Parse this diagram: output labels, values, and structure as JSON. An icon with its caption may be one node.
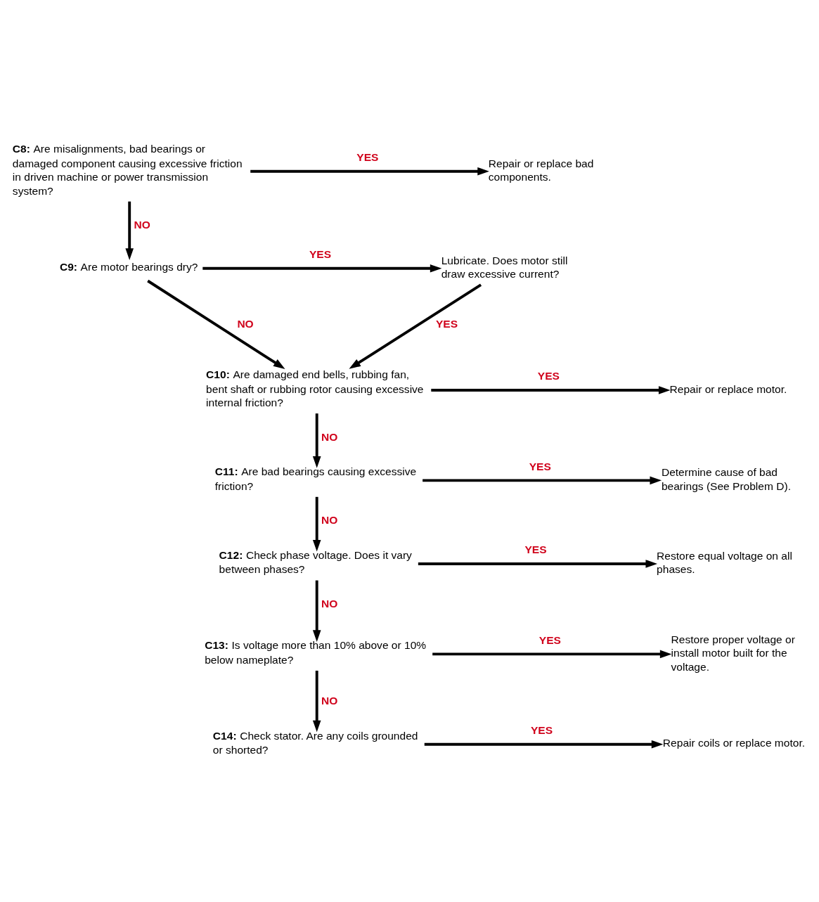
{
  "diagram": {
    "nodes": [
      {
        "text": [
          "**C8:** Are misalignments, bad bearings or damaged component causing excessive friction in driven machine or power transmission system?"
        ]
      },
      {
        "text": [
          "Repair or replace bad components."
        ]
      },
      {
        "text": [
          "**C9:** Are motor bearings dry?"
        ]
      },
      {
        "text": [
          "Lubricate. Does motor still draw excessive current?"
        ]
      },
      {
        "text": [
          "**C10:** Are damaged end bells, rubbing fan, bent shaft or rubbing rotor causing excessive internal friction?"
        ]
      },
      {
        "text": [
          "Repair or replace motor."
        ]
      },
      {
        "text": [
          "**C11:** Are bad bearings causing excessive friction?"
        ]
      },
      {
        "text": [
          "Determine cause of bad bearings (See Problem D)."
        ]
      },
      {
        "text": [
          "**C12:** Check phase voltage. Does it vary between phases?"
        ]
      },
      {
        "text": [
          "Restore equal voltage on all phases."
        ]
      },
      {
        "text": [
          "**C13:** Is voltage more than 10% above or 10% below nameplate?"
        ]
      },
      {
        "text": [
          "Restore proper voltage or install motor built for the voltage."
        ]
      },
      {
        "text": [
          "**C14:** Check stator. Are any coils grounded or shorted?"
        ]
      },
      {
        "text": [
          "Repair coils or replace motor."
        ]
      }
    ],
    "edges": [
      {
        "from": 0,
        "to": 1,
        "arrow": "to",
        "label": "YES"
      },
      {
        "from": 0,
        "to": 2,
        "arrow": "to",
        "label": "NO"
      },
      {
        "from": 2,
        "to": 3,
        "arrow": "to",
        "label": "YES"
      },
      {
        "from": 2,
        "to": 4,
        "arrow": "to",
        "label": "NO"
      },
      {
        "from": 3,
        "to": 4,
        "arrow": "to",
        "label": "YES"
      },
      {
        "from": 4,
        "to": 5,
        "arrow": "to",
        "label": "YES"
      },
      {
        "from": 4,
        "to": 6,
        "arrow": "to",
        "label": "NO"
      },
      {
        "from": 6,
        "to": 7,
        "arrow": "to",
        "label": "YES"
      },
      {
        "from": 6,
        "to": 8,
        "arrow": "to",
        "label": "NO"
      },
      {
        "from": 8,
        "to": 9,
        "arrow": "to",
        "label": "YES"
      },
      {
        "from": 8,
        "to": 10,
        "arrow": "to",
        "label": "NO"
      },
      {
        "from": 10,
        "to": 11,
        "arrow": "to",
        "label": "YES"
      },
      {
        "from": 10,
        "to": 12,
        "arrow": "to",
        "label": "NO"
      },
      {
        "from": 12,
        "to": 13,
        "arrow": "to",
        "label": "YES"
      }
    ]
  }
}
